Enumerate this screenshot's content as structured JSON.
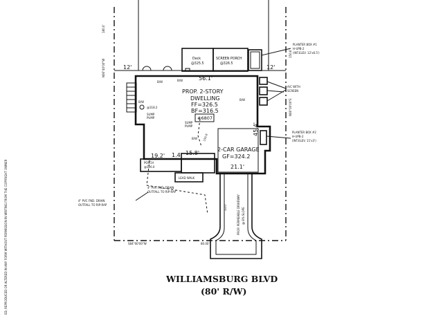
{
  "street": {
    "name": "WILLIAMSBURG BLVD",
    "row": "(80' R/W)"
  },
  "left_margin_note": "ED, REPRODUCED OR ALTERED IN ANY FORM WITHOUT PERMISSION IN WRITING FROM THE COPYRIGHT OWNER",
  "property": {
    "left_bearing": "N06°40'00\"W",
    "right_bearing": "N06°00'00\"E",
    "left_side_distance": "180.0'",
    "right_side_distance": "150.6'",
    "front_bearing": "S84°00'00\"W",
    "front_distance": "80.00'"
  },
  "setbacks": {
    "left": "12'",
    "right": "12'",
    "rear_width": "56.1'"
  },
  "dwelling": {
    "line1": "PROP. 2-STORY",
    "line2": "DWELLING",
    "ff": "FF=326.5",
    "bf": "BF=316.5",
    "number": "#6807"
  },
  "deck": {
    "label": "Deck",
    "elev": "@325.5"
  },
  "screen_porch": {
    "label": "SCREEN PORCH",
    "elev": "@326.5"
  },
  "garage": {
    "label": "2-CAR GARAGE",
    "gf": "GF=324.2",
    "depth": "45.4'",
    "width": "21.1'"
  },
  "porch": {
    "label": "PORCH",
    "elev": "@326.0"
  },
  "dims": {
    "front_left": "19.2'",
    "step_a": "1.4'",
    "step_b": "15.8'"
  },
  "lead_walk": "LEAD WALK",
  "driveway": {
    "label": "PROP. PERMEABLE DRIVEWAY",
    "slope": "@ 8% SLOPE",
    "length": "33.0'"
  },
  "sump_pump_left": {
    "line1": "SUMP",
    "line2": "PUMP",
    "elev": "@318.2",
    "tag": "B/W"
  },
  "sump_pump_mid": {
    "line1": "SUMP",
    "line2": "PUMP"
  },
  "notes": {
    "planter1": [
      "PLANTER BOX #1",
      "H-UPB-2",
      "(INT.ELEV. 12'x6.5')"
    ],
    "planter2": [
      "PLANTER BOX #2",
      "H-UPB-2",
      "(INT.ELEV. 11'x3')"
    ],
    "ac": [
      "A/C WITH",
      "SCREEN"
    ],
    "drain_mid": [
      "4\" PVC FND. DRAIN",
      "OUTFALL TO RIP-RAP"
    ],
    "drain_left": [
      "4\" PVC FND. DRAIN",
      "OUTFALL TO RIP-RAP"
    ],
    "bw1": "B/W",
    "bw2": "B/W",
    "bw3": "B/W",
    "bw4": "B/W",
    "side_dim": "150.6'"
  }
}
